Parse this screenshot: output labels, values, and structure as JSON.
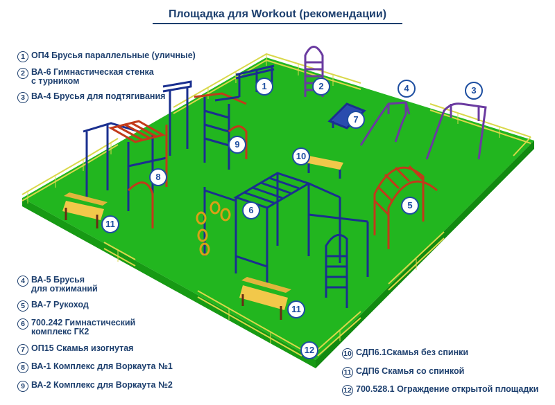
{
  "title": "Площадка для Workout (рекомендации)",
  "legend": [
    {
      "num": "1",
      "text": "ОП4 Брусья параллельные (уличные)"
    },
    {
      "num": "2",
      "text": "ВА-6 Гимнастическая стенка\nс турником"
    },
    {
      "num": "3",
      "text": "ВА-4 Брусья для подтягивания"
    },
    {
      "num": "4",
      "text": "ВА-5 Брусья\nдля отжиманий"
    },
    {
      "num": "5",
      "text": "ВА-7 Рукоход"
    },
    {
      "num": "6",
      "text": "700.242 Гимнастический\nкомплекс ГК2"
    },
    {
      "num": "7",
      "text": "ОП15 Скамья изогнутая"
    },
    {
      "num": "8",
      "text": "ВА-1 Комплекс для Воркаута №1"
    },
    {
      "num": "9",
      "text": "ВА-2 Комплекс для Воркаута №2"
    },
    {
      "num": "10",
      "text": "СДП6.1Скамья без спинки"
    },
    {
      "num": "11",
      "text": "СДП6 Скамья со спинкой"
    },
    {
      "num": "12",
      "text": "700.528.1 Ограждение открытой площадки"
    }
  ],
  "markers": [
    "1",
    "2",
    "3",
    "4",
    "5",
    "6",
    "7",
    "8",
    "9",
    "10",
    "11",
    "11",
    "12"
  ],
  "colors": {
    "ground": "#22b61f",
    "fence": "#d9d84a",
    "title": "#1d3f6e",
    "steel_blue": "#1a2f8f",
    "steel_red": "#c23a1a",
    "steel_purple": "#6a3aa0",
    "bench": "#f2c84a",
    "marker_border": "#1d4ea0"
  }
}
